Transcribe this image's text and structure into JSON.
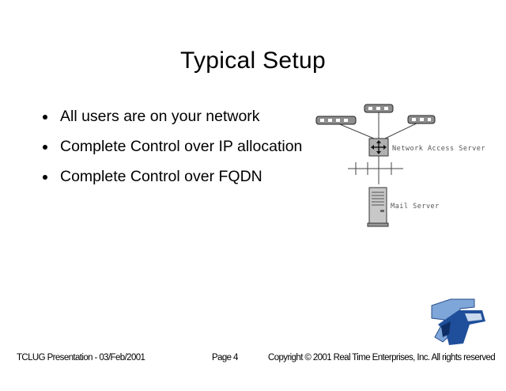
{
  "slide": {
    "title": "Typical Setup",
    "bullets": [
      "All users are on your network",
      "Complete Control over IP allocation",
      "Complete Control over FQDN"
    ]
  },
  "diagram": {
    "labels": {
      "router": "Network Access Server",
      "server": "Mail Server"
    }
  },
  "footer": {
    "left": "TCLUG Presentation - 03/Feb/2001",
    "page": "Page 4",
    "copyright": "Copyright © 2001 Real Time Enterprises, Inc.  All rights reserved"
  },
  "colors": {
    "logo_dark": "#1f4f9a",
    "logo_light": "#7fa6d8",
    "device_gray": "#a9a9a9"
  }
}
